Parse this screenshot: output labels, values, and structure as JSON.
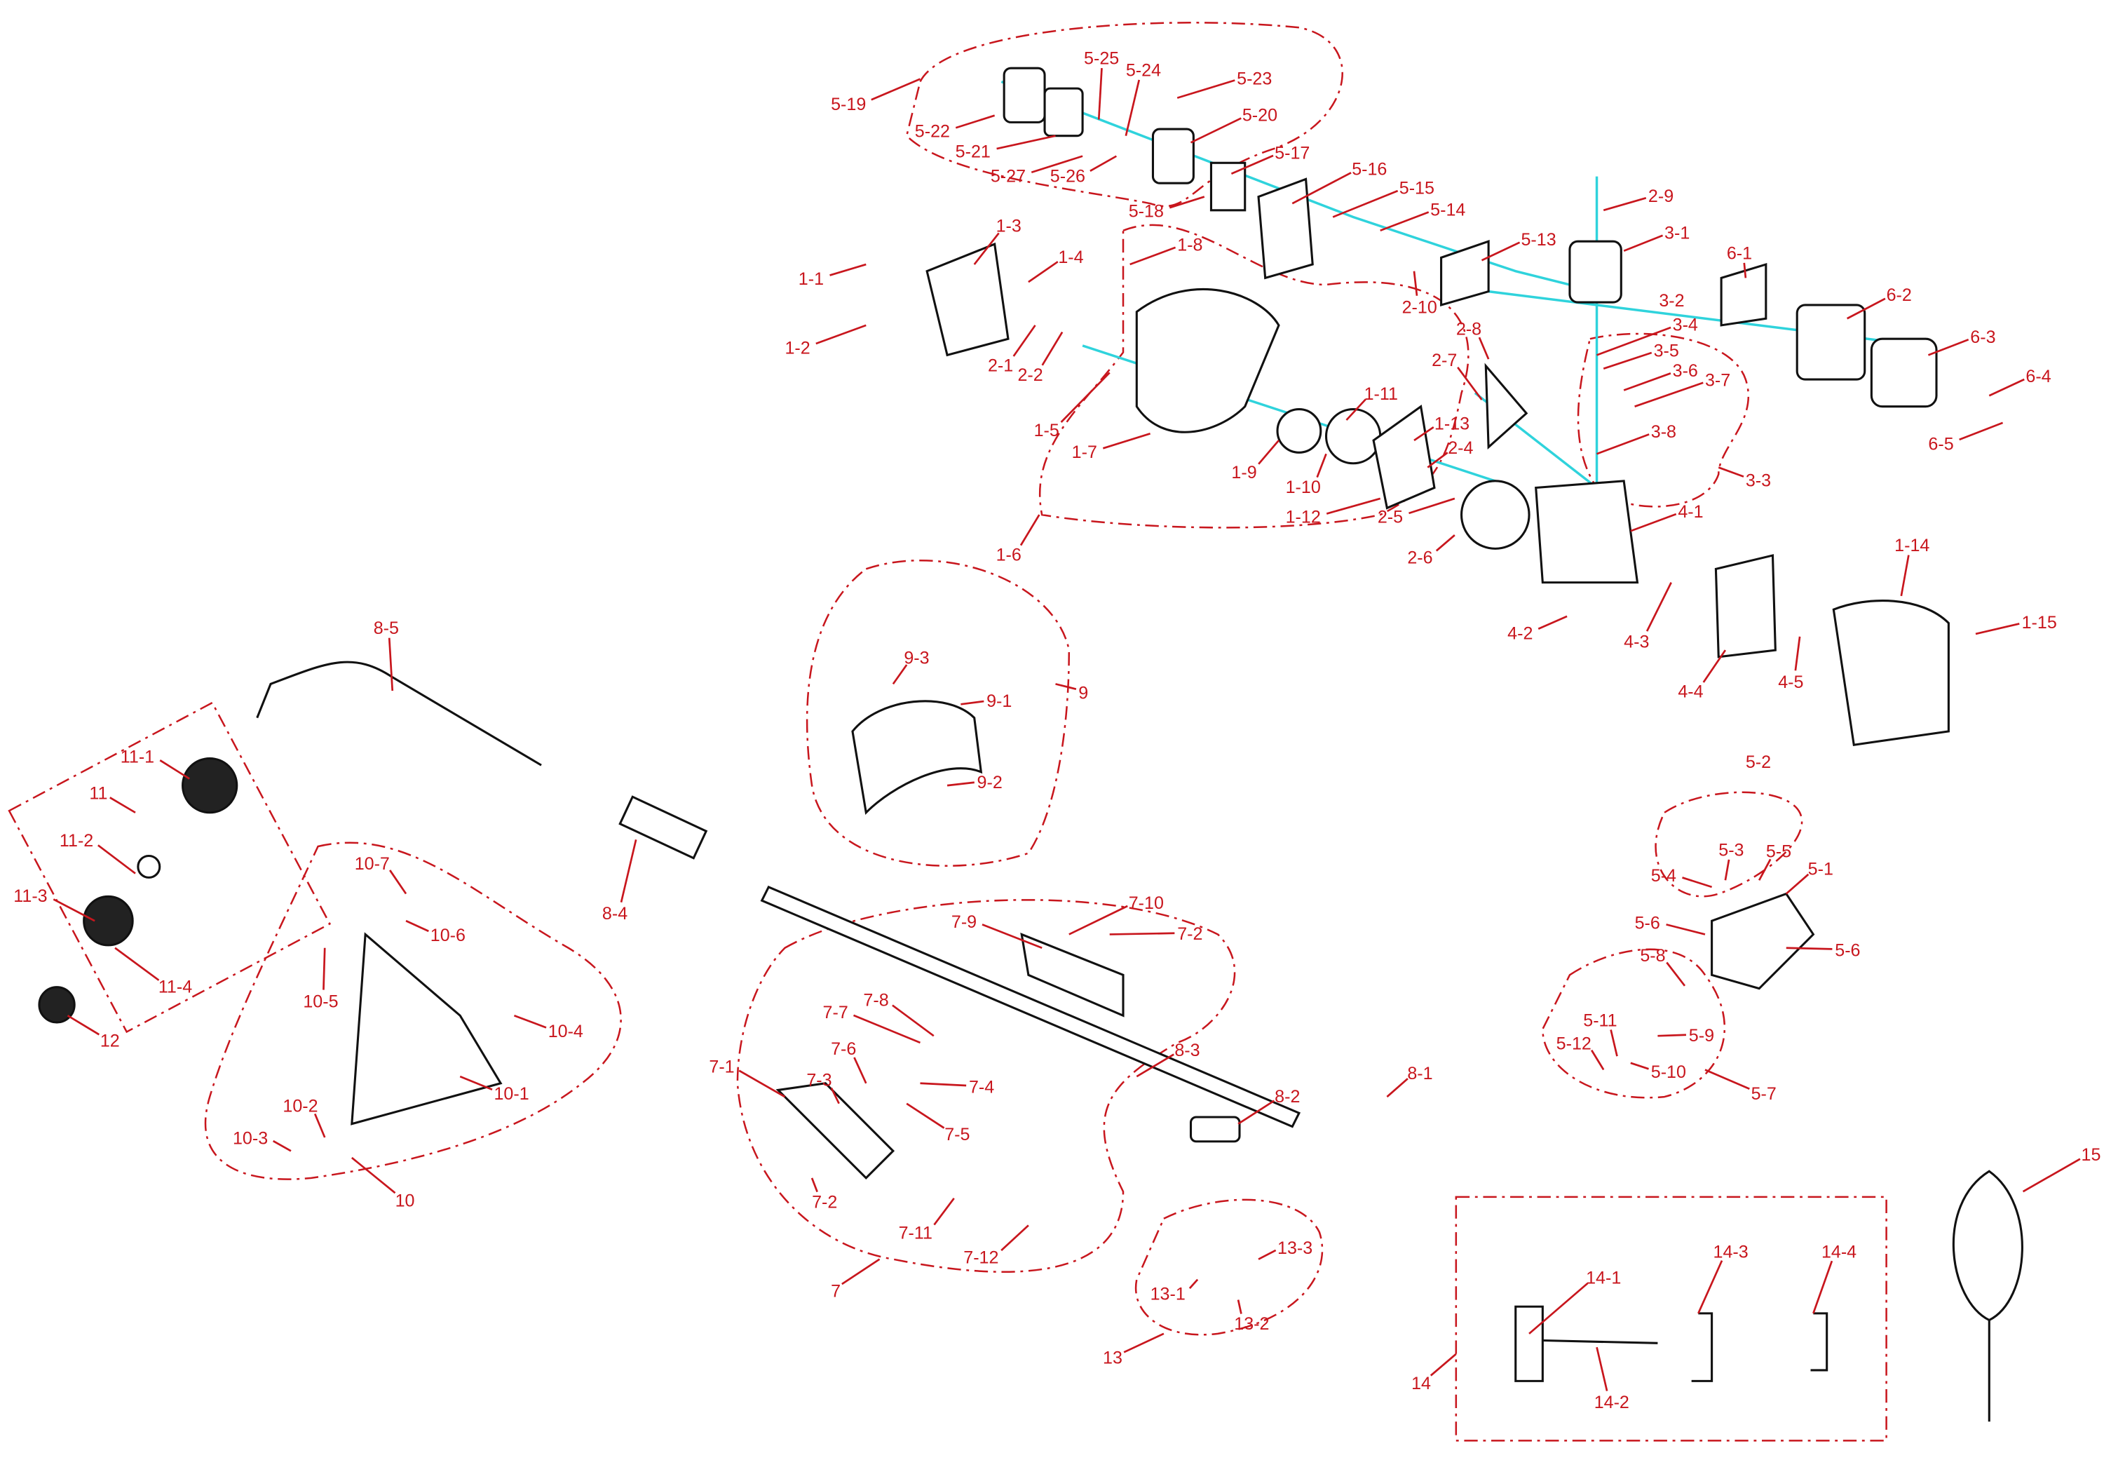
{
  "diagram": {
    "title": "Brush cutter exploded parts diagram",
    "colors": {
      "label": "#c8161d",
      "axis": "#2fd3dc",
      "part": "#111111"
    },
    "labels": [
      "5-19",
      "5-25",
      "5-24",
      "5-23",
      "5-22",
      "5-20",
      "5-21",
      "5-27",
      "5-26",
      "5-17",
      "5-16",
      "5-18",
      "5-15",
      "5-14",
      "2-9",
      "3-1",
      "5-13",
      "6-1",
      "1-3",
      "1-8",
      "1-4",
      "1-1",
      "2-10",
      "3-2",
      "6-2",
      "3-4",
      "2-8",
      "1-2",
      "2-1",
      "2-2",
      "6-3",
      "3-5",
      "2-7",
      "3-6",
      "3-7",
      "6-4",
      "1-11",
      "1-5",
      "1-13",
      "1-7",
      "2-4",
      "3-8",
      "6-5",
      "1-9",
      "3-3",
      "1-10",
      "1-12",
      "2-5",
      "4-1",
      "2-6",
      "1-6",
      "1-14",
      "4-2",
      "4-3",
      "1-15",
      "4-5",
      "4-4",
      "8-5",
      "9-3",
      "9",
      "9-1",
      "9-2",
      "11-1",
      "11",
      "5-2",
      "11-2",
      "5-3",
      "5-5",
      "5-1",
      "5-4",
      "10-7",
      "8-4",
      "7-10",
      "11-3",
      "10-6",
      "7-9",
      "7-2",
      "5-6",
      "5-6",
      "5-8",
      "10-5",
      "11-4",
      "12",
      "10-4",
      "7-8",
      "7-7",
      "5-11",
      "5-12",
      "5-9",
      "8-3",
      "5-10",
      "7-6",
      "7-1",
      "8-1",
      "7-3",
      "7-4",
      "10-1",
      "8-2",
      "5-7",
      "10-2",
      "7-5",
      "10-3",
      "15",
      "10",
      "7-2",
      "7-11",
      "7-12",
      "14-1",
      "14-3",
      "14-4",
      "13-3",
      "7",
      "13-1",
      "13-2",
      "13",
      "14",
      "14-2"
    ]
  }
}
